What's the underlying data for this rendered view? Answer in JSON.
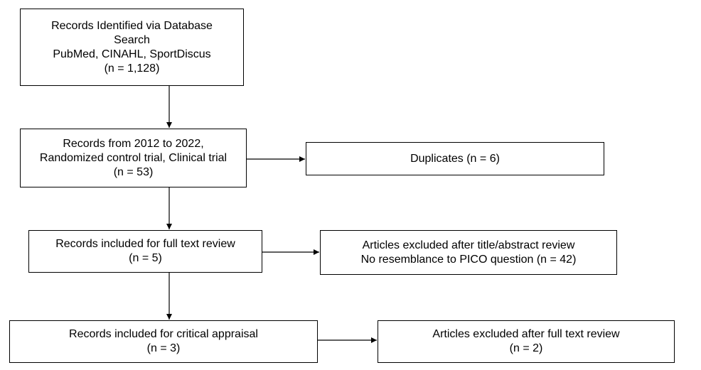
{
  "flowchart": {
    "records_identified": {
      "line1": "Records Identified via Database",
      "line2": "Search",
      "line3": "PubMed, CINAHL, SportDiscus",
      "line4": "(n = 1,128)"
    },
    "records_filtered": {
      "line1": "Records from 2012 to 2022,",
      "line2": "Randomized control trial, Clinical trial",
      "line3": "(n = 53)"
    },
    "duplicates": {
      "line1": "Duplicates (n = 6)"
    },
    "full_text_review": {
      "line1": "Records included for full text review",
      "line2": "(n = 5)"
    },
    "excluded_title_abstract": {
      "line1": "Articles excluded after title/abstract review",
      "line2": "No resemblance to PICO question (n = 42)"
    },
    "critical_appraisal": {
      "line1": "Records included for critical appraisal",
      "line2": "(n = 3)"
    },
    "excluded_full_text": {
      "line1": "Articles excluded after full text review",
      "line2": "(n = 2)"
    }
  }
}
